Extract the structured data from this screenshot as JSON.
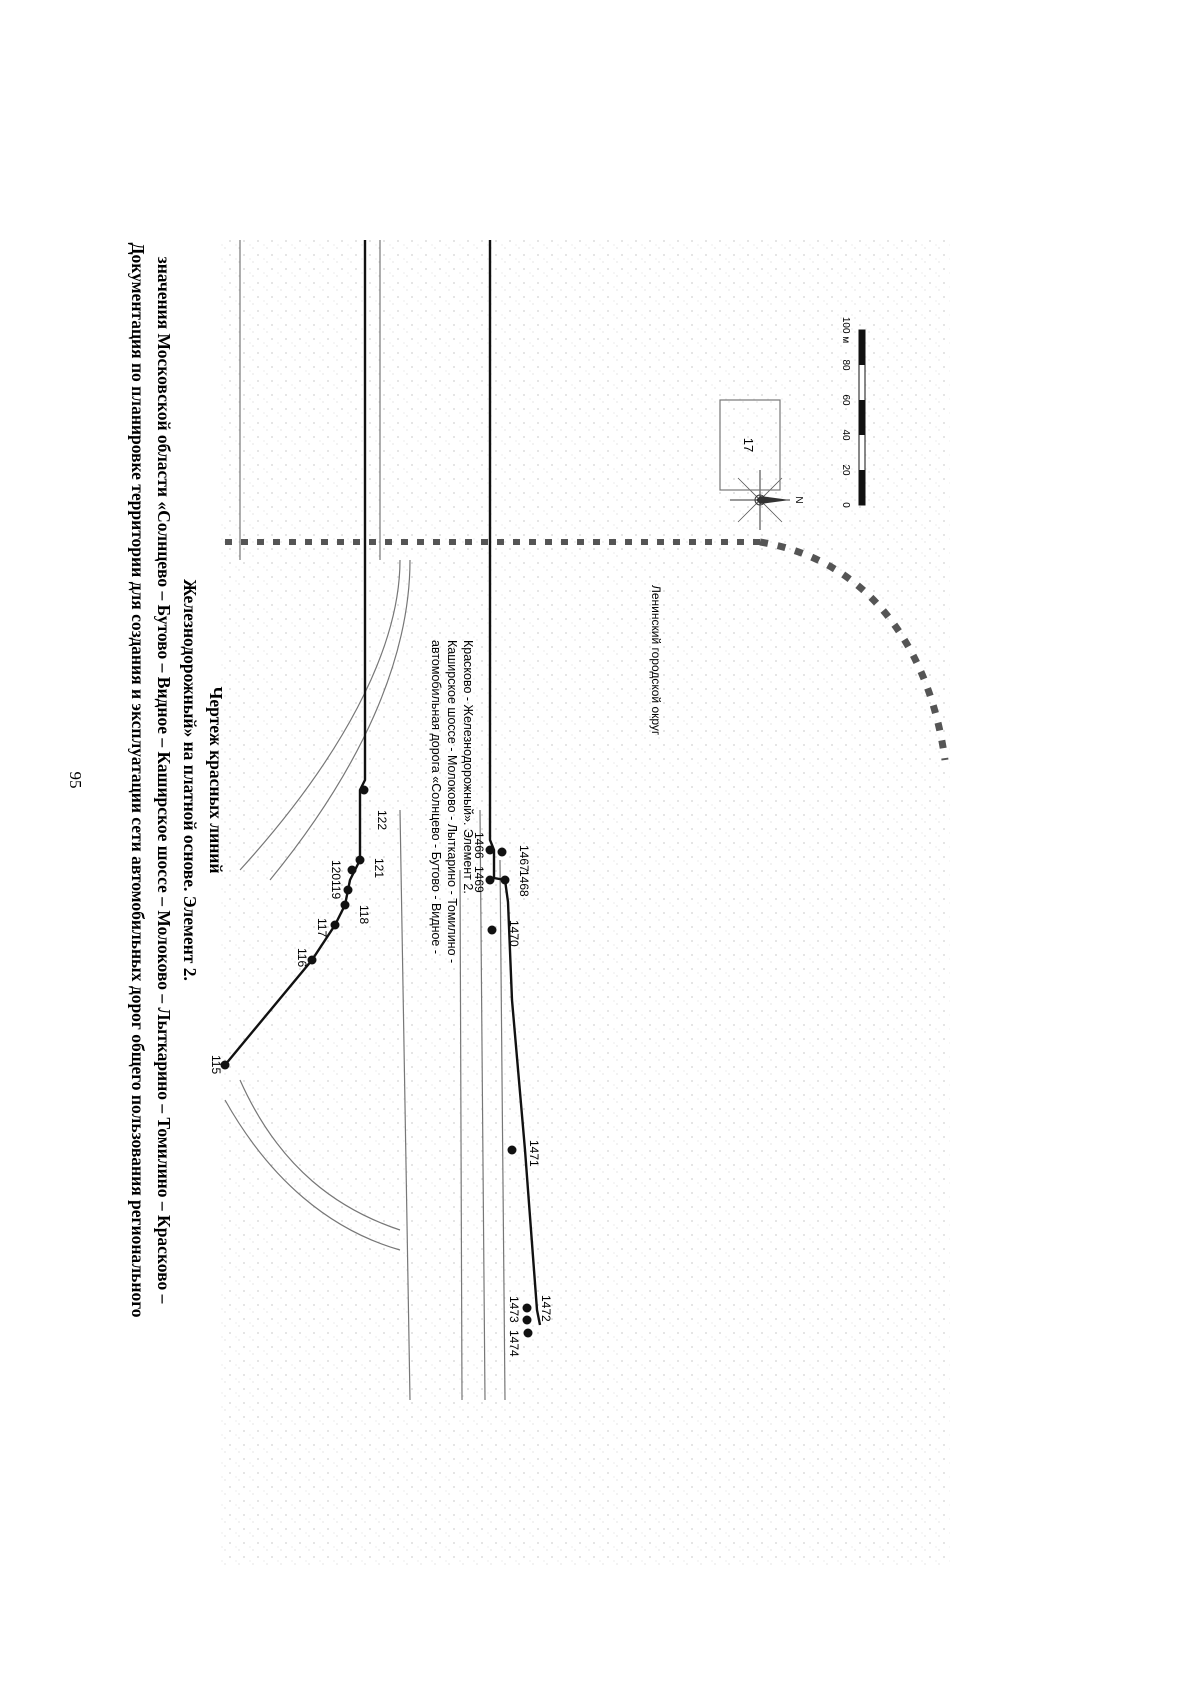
{
  "page_number": "95",
  "heading": {
    "line1": "Документация по планировке территории для создания и эксплуатации сети автомобильных дорог общего пользования регионального",
    "line2": "значения Московской области «Солнцево – Бутово – Видное – Каширское шоссе – Молоково – Лыткарино – Томилино – Красково –",
    "line3": "Железнодорожный» на платной основе. Элемент 2.",
    "line4": "Чертеж красных линий"
  },
  "map": {
    "road_label": {
      "line1": "автомобильная дорога «Солнцево - Бутово - Видное -",
      "line2": "Каширское шоссе - Молоково - Лыткарино - Томилино -",
      "line3": "Красково - Железнодорожный». Элемент 2."
    },
    "district_label": "Ленинский городской округ",
    "sheet_number": "17",
    "north_label": "N",
    "scale": {
      "ticks": [
        "0",
        "20",
        "40",
        "60",
        "80",
        "100 м"
      ]
    },
    "points": [
      {
        "id": "115"
      },
      {
        "id": "116"
      },
      {
        "id": "117"
      },
      {
        "id": "118"
      },
      {
        "id": "119"
      },
      {
        "id": "120"
      },
      {
        "id": "121"
      },
      {
        "id": "122"
      },
      {
        "id": "1466"
      },
      {
        "id": "1467"
      },
      {
        "id": "1468"
      },
      {
        "id": "1469"
      },
      {
        "id": "1470"
      },
      {
        "id": "1471"
      },
      {
        "id": "1472"
      },
      {
        "id": "1473"
      },
      {
        "id": "1474"
      }
    ]
  }
}
